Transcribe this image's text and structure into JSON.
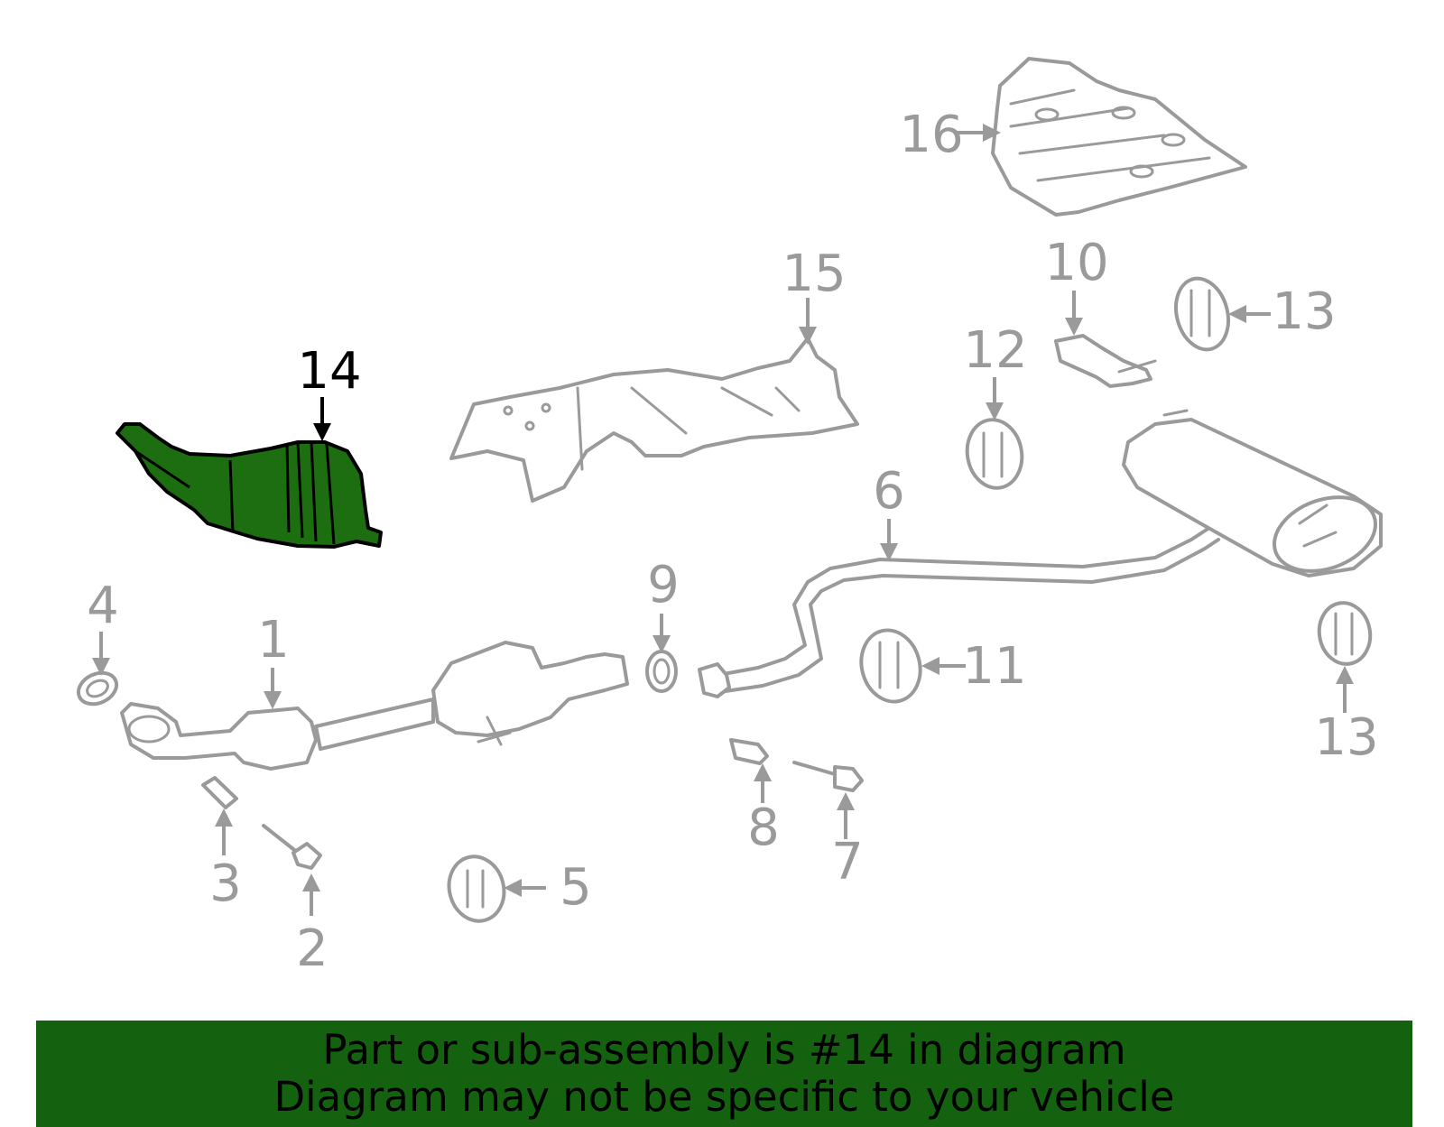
{
  "diagram": {
    "highlighted_part": "14",
    "colors": {
      "highlight": "#1c6e10",
      "banner": "#146110",
      "part_stroke": "#9a9a9a",
      "callout_text": "#9a9a9a",
      "highlight_text": "#000000"
    },
    "callouts": {
      "c1": "1",
      "c2": "2",
      "c3": "3",
      "c4": "4",
      "c5": "5",
      "c6": "6",
      "c7": "7",
      "c8": "8",
      "c9": "9",
      "c10": "10",
      "c11": "11",
      "c12": "12",
      "c13a": "13",
      "c13b": "13",
      "c14": "14",
      "c15": "15",
      "c16": "16"
    }
  },
  "banner": {
    "line1": "Part or sub-assembly is #14 in diagram",
    "line2": "Diagram may not be specific to your vehicle"
  }
}
